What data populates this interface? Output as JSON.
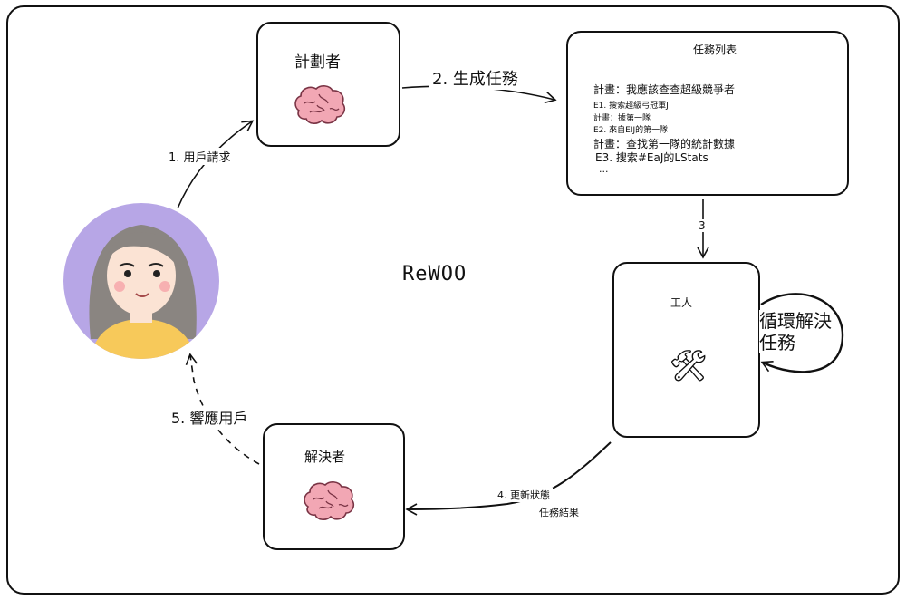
{
  "diagram": {
    "center_label": "ReWOO",
    "nodes": {
      "planner": {
        "title": "計劃者",
        "icon": "brain-icon"
      },
      "task_list": {
        "title": "任務列表",
        "lines": [
          "計畫：我應該查查超級競爭者",
          "E1. 搜索超級弓冠軍J",
          "計畫：據第一隊",
          "E2. 來自EIJ的第一隊",
          "計畫：查找第一隊的統計數據",
          "E3. 搜索#EaJ的LStats",
          "..."
        ]
      },
      "worker": {
        "title": "工人",
        "icon": "hammer-and-wrench-icon",
        "loop_label": "循環解決\n任務"
      },
      "solver": {
        "title": "解決者",
        "icon": "brain-icon"
      },
      "user": {
        "icon": "user-avatar-icon"
      }
    },
    "edges": {
      "e1": "1. 用戶請求",
      "e2": "2. 生成任務",
      "e3": "3",
      "e4a": "4. 更新狀態",
      "e4b": "任務結果",
      "e5": "5. 響應用戶"
    },
    "colors": {
      "avatar_bg": "#b7a6e6",
      "hair": "#8a8581",
      "skin": "#fbe3d4",
      "shirt": "#f7c95a",
      "brain": "#f2a7b4",
      "brain_line": "#7a3445"
    }
  }
}
